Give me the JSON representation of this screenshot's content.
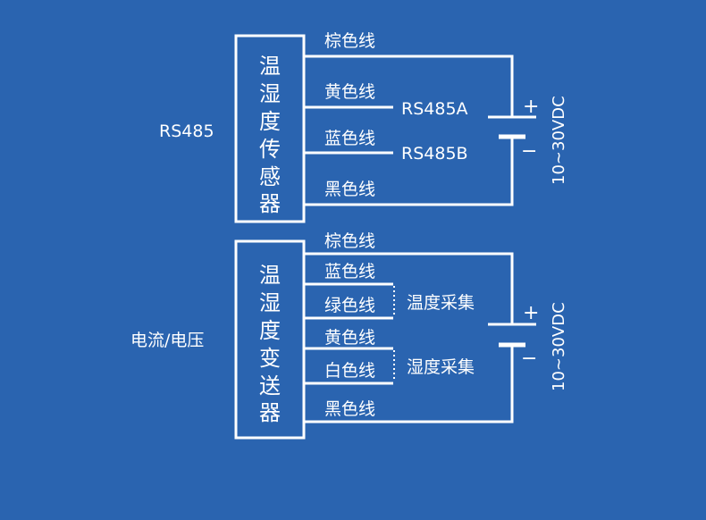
{
  "colors": {
    "background": "#2a64b0",
    "line": "#ffffff"
  },
  "top_block": {
    "side_label": "RS485",
    "box_title": [
      "温",
      "湿",
      "度",
      "传",
      "感",
      "器"
    ],
    "wires": [
      {
        "label": "棕色线"
      },
      {
        "label": "黄色线",
        "pin": "RS485A"
      },
      {
        "label": "蓝色线",
        "pin": "RS485B"
      },
      {
        "label": "黑色线"
      }
    ],
    "supply": {
      "plus": "+",
      "minus": "−",
      "voltage": "10~30VDC"
    }
  },
  "bottom_block": {
    "side_label": "电流/电压",
    "box_title": [
      "温",
      "湿",
      "度",
      "变",
      "送",
      "器"
    ],
    "wires": [
      {
        "label": "棕色线"
      },
      {
        "label": "蓝色线"
      },
      {
        "label": "绿色线"
      },
      {
        "label": "黄色线"
      },
      {
        "label": "白色线"
      },
      {
        "label": "黑色线"
      }
    ],
    "groups": [
      {
        "label": "温度采集"
      },
      {
        "label": "湿度采集"
      }
    ],
    "supply": {
      "plus": "+",
      "minus": "−",
      "voltage": "10~30VDC"
    }
  }
}
